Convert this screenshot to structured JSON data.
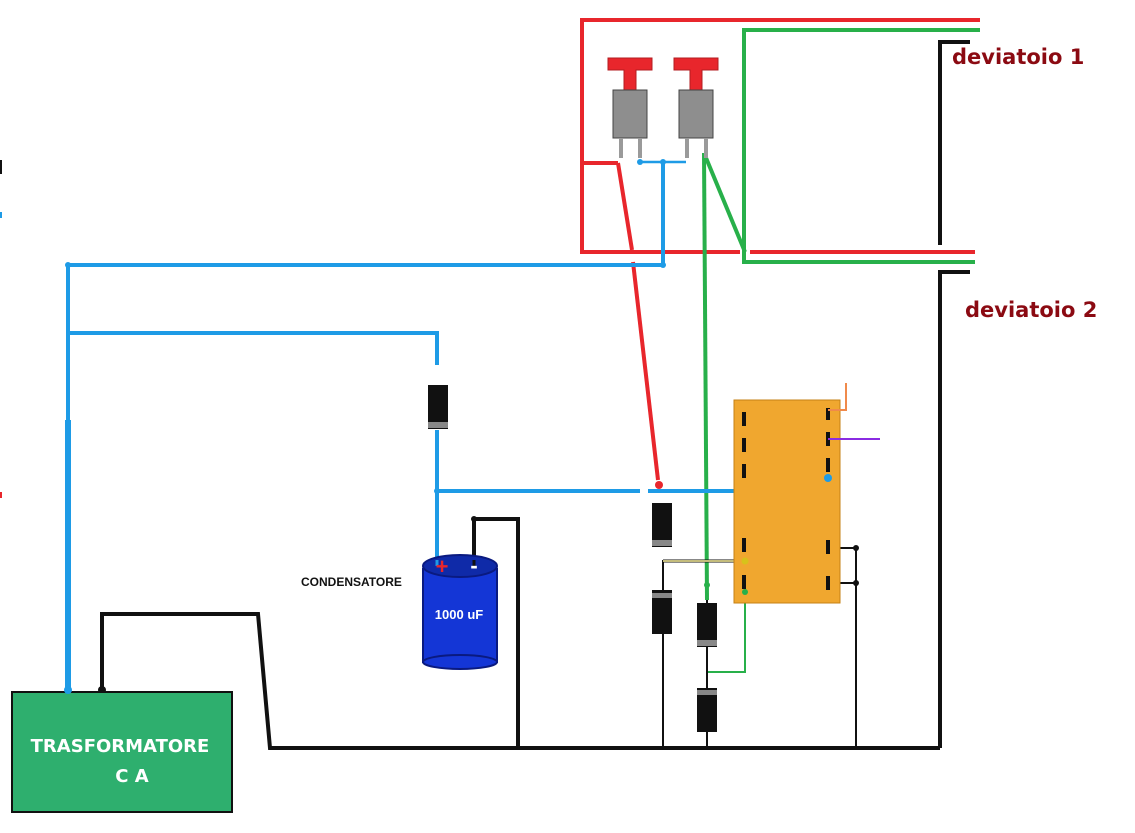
{
  "labels": {
    "deviatoio1": "deviatoio 1",
    "deviatoio2": "deviatoio 2",
    "condensatore": "CONDENSATORE",
    "capacitor_value": "1000 uF",
    "capacitor_plus": "+",
    "capacitor_minus": "-",
    "transformer_line1": "TRASFORMATORE",
    "transformer_line2": "C A"
  },
  "colors": {
    "wire_red": "#e8262c",
    "wire_green": "#28b04a",
    "wire_blue": "#1e9be6",
    "wire_black": "#111111",
    "label_dark_red": "#8b0a12",
    "transformer_fill": "#2eaf6e",
    "relay_fill": "#f0a72f",
    "capacitor_fill": "#1436d6",
    "button_red": "#e8262c",
    "button_gray": "#8e8e8e"
  },
  "icons": {
    "button_left": "pushbutton-icon",
    "button_right": "pushbutton-icon",
    "capacitor": "electrolytic-capacitor-icon",
    "relay": "relay-icon",
    "diode": "diode-icon",
    "transformer": "transformer-icon"
  }
}
